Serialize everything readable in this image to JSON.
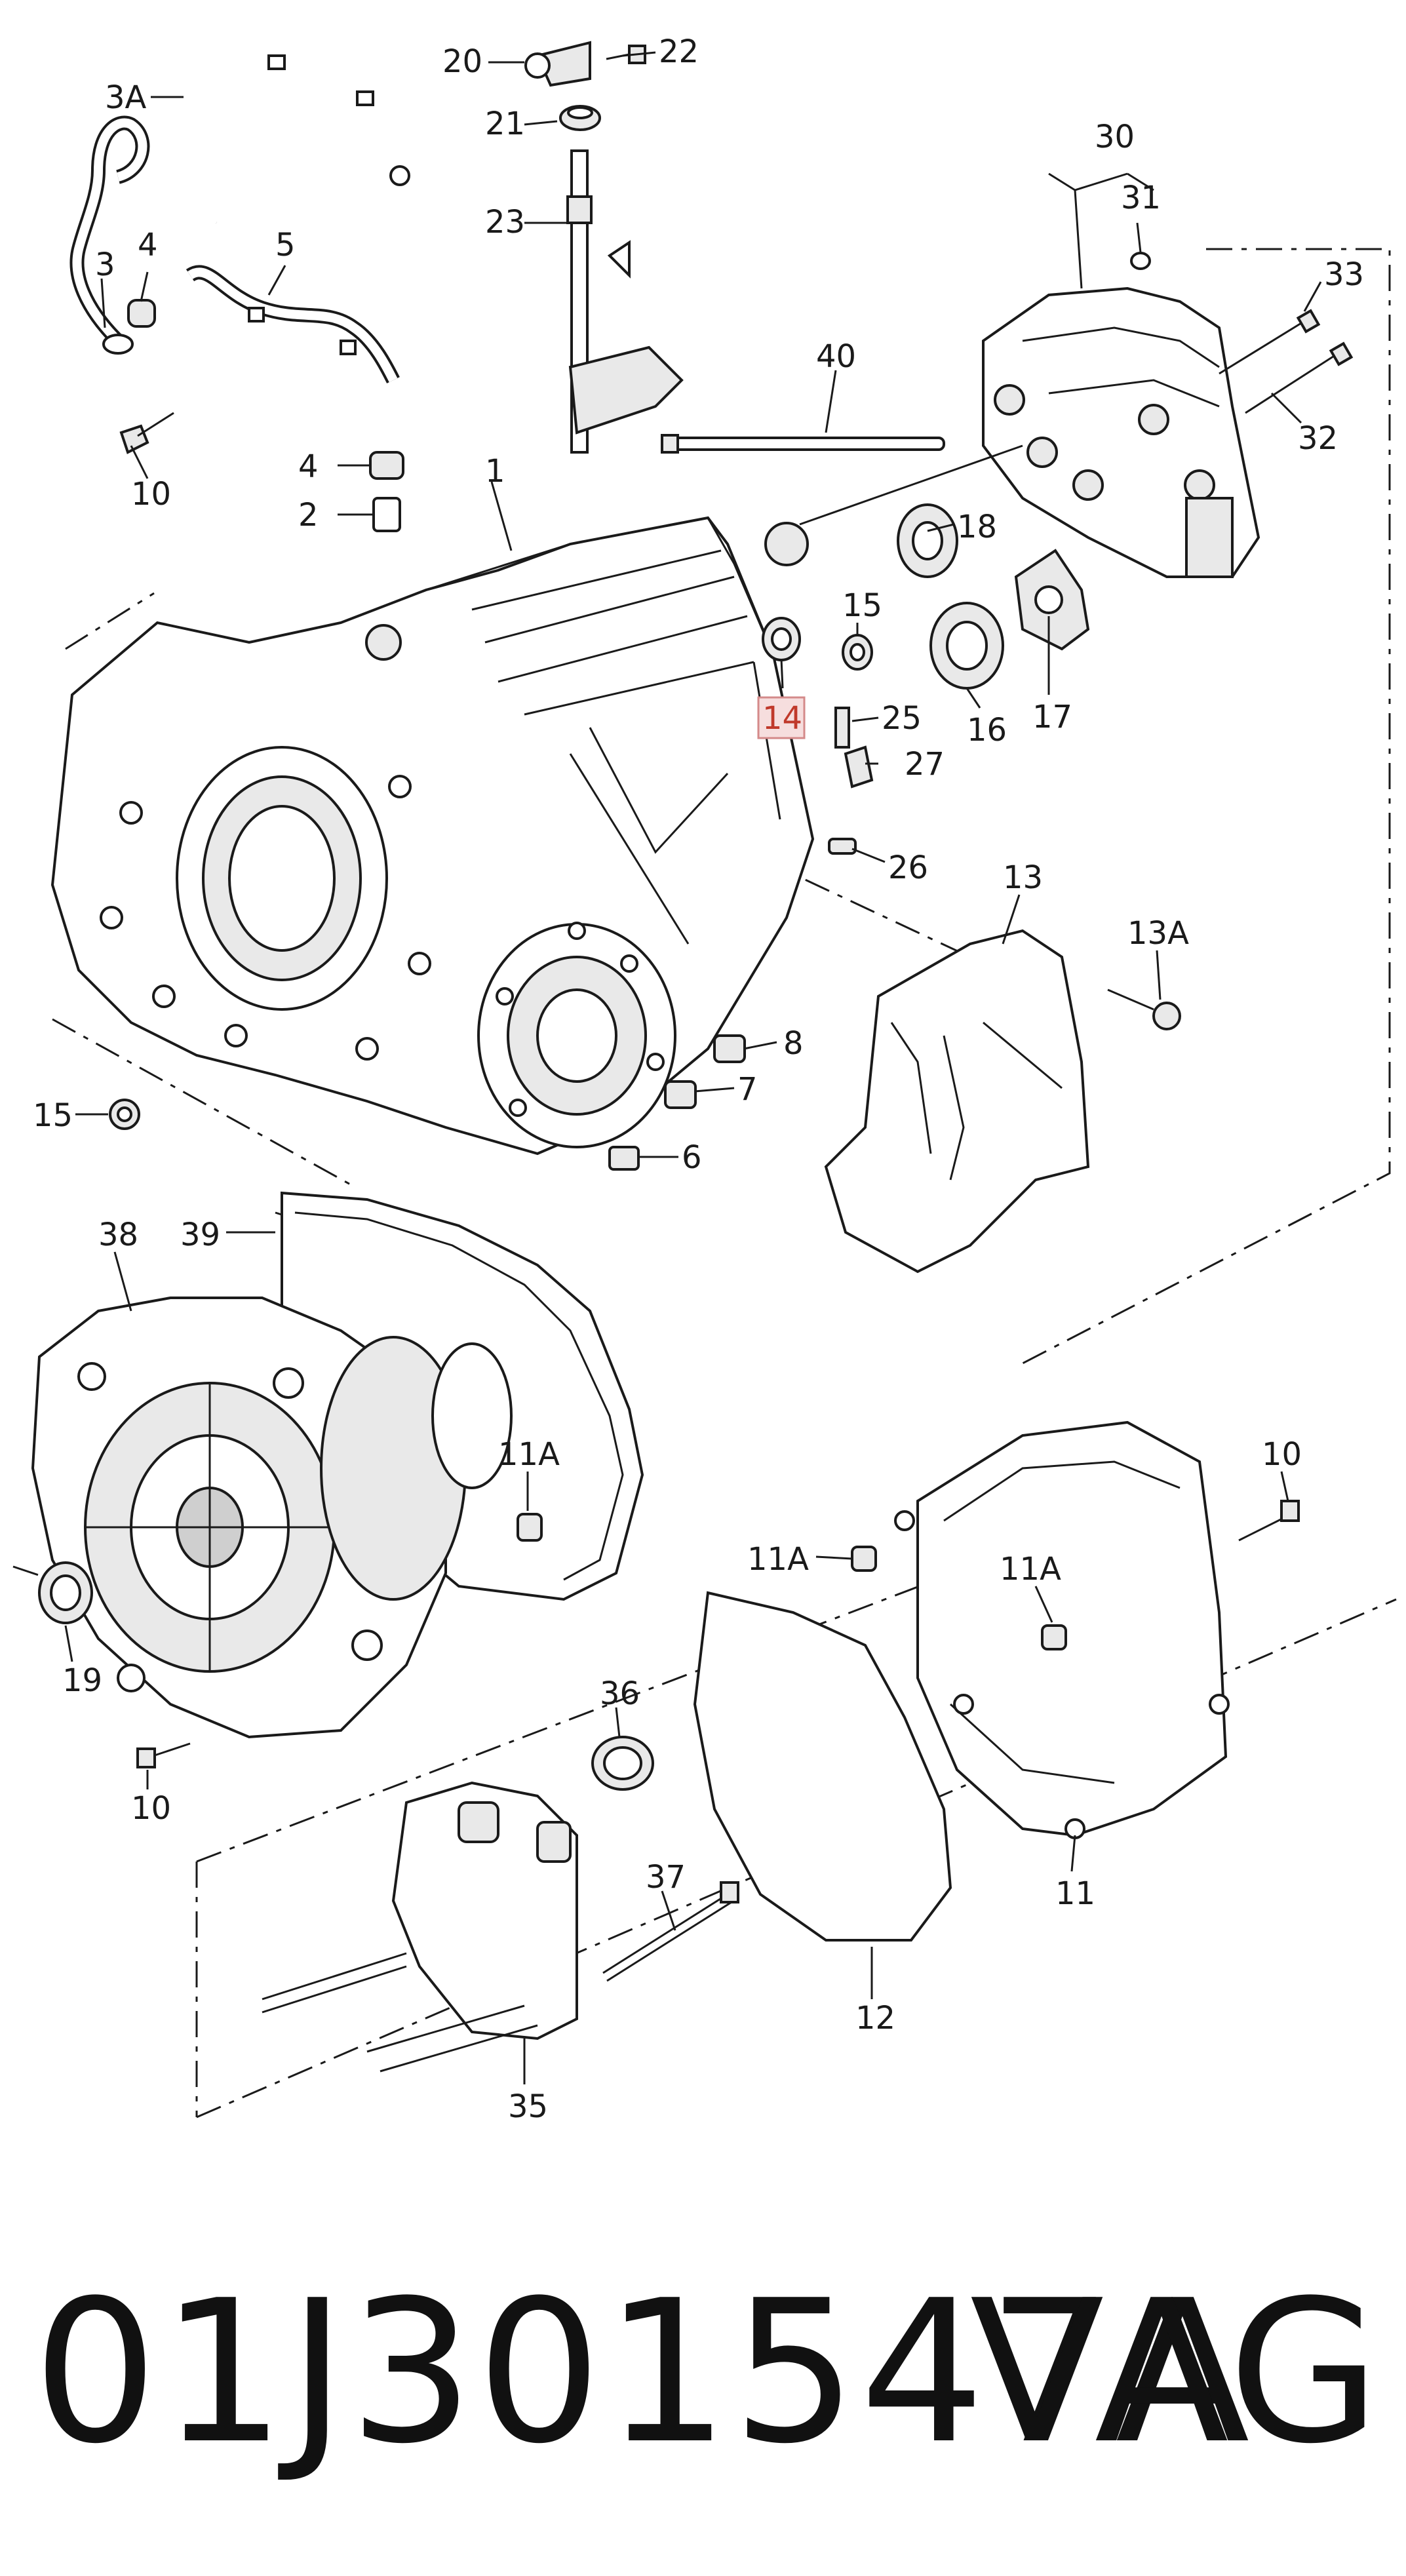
{
  "diagram": {
    "highlighted_part": "14",
    "callouts": [
      "3A",
      "20",
      "22",
      "21",
      "23",
      "3",
      "4",
      "5",
      "10",
      "4",
      "2",
      "1",
      "30",
      "31",
      "33",
      "40",
      "32",
      "18",
      "15",
      "14",
      "25",
      "27",
      "16",
      "17",
      "26",
      "13",
      "13A",
      "8",
      "7",
      "15",
      "6",
      "38",
      "39",
      "11A",
      "19",
      "10",
      "11A",
      "11A",
      "10",
      "36",
      "37",
      "11",
      "12",
      "35"
    ]
  },
  "footer": {
    "part_number": "01J301547A",
    "brand": "VAG"
  }
}
